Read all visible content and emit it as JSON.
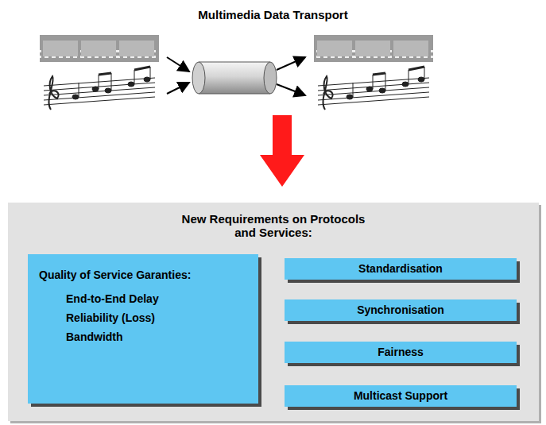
{
  "diagram": {
    "title": "Multimedia Data Transport",
    "nodes": [
      {
        "text": [
          "New Requirements on Protocols and Services:"
        ]
      },
      {
        "text": [
          "Quality of Service Garanties:",
          "End-to-End Delay",
          "Reliability (Loss)",
          "Bandwidth"
        ],
        "in": 0
      },
      {
        "text": [
          "Standardisation"
        ],
        "in": 0
      },
      {
        "text": [
          "Synchronisation"
        ],
        "in": 0
      },
      {
        "text": [
          "Fairness"
        ],
        "in": 0
      },
      {
        "text": [
          "Multicast Support"
        ],
        "in": 0
      }
    ]
  }
}
